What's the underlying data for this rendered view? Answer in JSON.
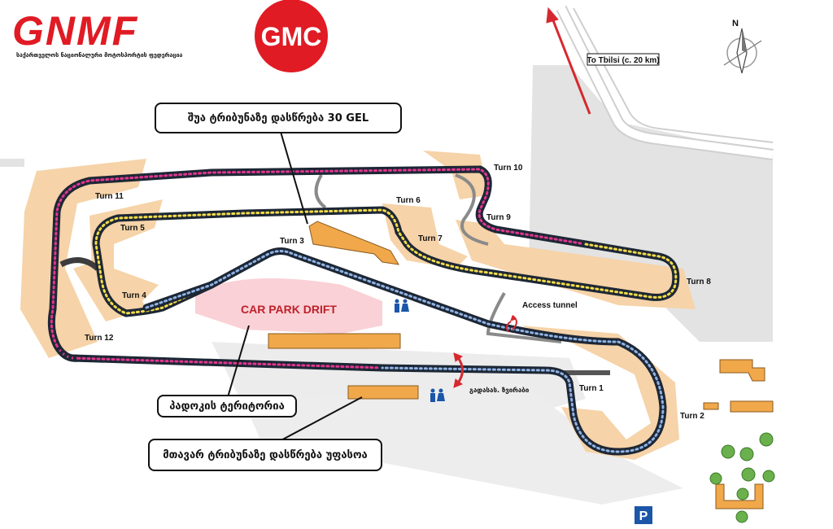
{
  "logo": {
    "brand": "GNMF",
    "subtitle": "საქართველოს ნაციონალური მოტოსპორტის ფედერაცია",
    "gmc": "GMC"
  },
  "road_label": "To Tbilsi (c. 20 km)",
  "compass_letter": "N",
  "turns": [
    "Turn 1",
    "Turn 2",
    "Turn 3",
    "Turn 4",
    "Turn 5",
    "Turn 6",
    "Turn 7",
    "Turn 8",
    "Turn 9",
    "Turn 10",
    "Turn 11",
    "Turn 12"
  ],
  "callouts": {
    "middle_stand": "შუა ტრიბუნაზე დასწრება 30 GEL",
    "paddock": "პადოკის ტერიტორია",
    "main_stand": "მთავარ ტრიბუნაზე დასწრება უფასოა"
  },
  "car_park_drift": "CAR PARK DRIFT",
  "access_tunnel": "Access tunnel",
  "pedestrian_crossing": "გადასას. ზვირაბი",
  "parking": "P",
  "colors": {
    "brand_red": "#e01b24",
    "sand": "#f6d3a8",
    "track_blue": "#5b86c4",
    "track_pink": "#e0368e",
    "track_yellow": "#f3dc4a",
    "track": "#1d2735",
    "building": "#f0a84a",
    "drift_zone": "#f7c2c8",
    "tunnel_red": "#d6282f"
  }
}
